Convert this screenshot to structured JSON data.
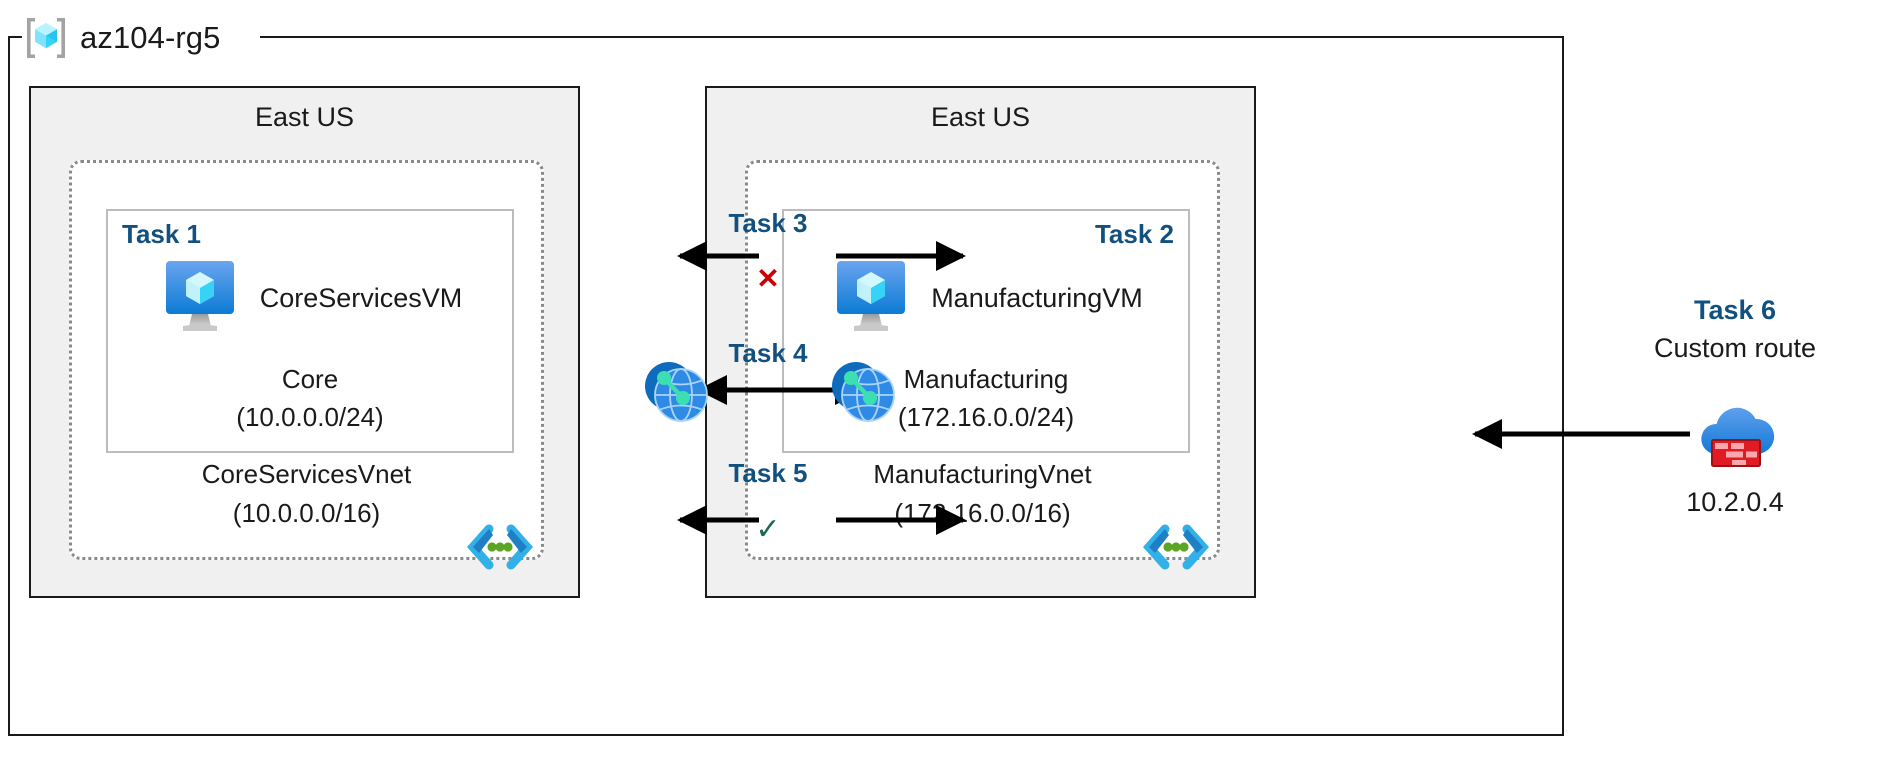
{
  "diagram": {
    "title": "az104-rg5",
    "resource_group_icon": "resource-group-icon"
  },
  "colors": {
    "task_blue": "#12517f",
    "region_fill": "#f0f0f0",
    "frame_black": "#1a1a1a",
    "vnet_dotted": "#8a8a8a",
    "subnet_border": "#bcbcbc",
    "x_red": "#cc0000",
    "check_green": "#1c6b55",
    "azure_blue": "#0078d4",
    "firewall_red": "#e01b24"
  },
  "regions": [
    {
      "id": "left",
      "label": "East US",
      "vnet": {
        "name": "CoreServicesVnet",
        "cidr": "(10.0.0.0/16)",
        "icon": "subnet-icon"
      },
      "subnet": {
        "task": "Task 1",
        "task_align": "left",
        "vm_name": "CoreServicesVM",
        "vm_icon": "virtual-machine-icon",
        "name": "Core",
        "cidr": "(10.0.0.0/24)"
      }
    },
    {
      "id": "right",
      "label": "East US",
      "vnet": {
        "name": "ManufacturingVnet",
        "cidr": "(172.16.0.0/16)",
        "icon": "subnet-icon"
      },
      "subnet": {
        "task": "Task 2",
        "task_align": "right",
        "vm_name": "ManufacturingVM",
        "vm_icon": "virtual-machine-icon",
        "name": "Manufacturing",
        "cidr": "(172.16.0.0/24)"
      }
    }
  ],
  "center_tasks": [
    {
      "label": "Task 3",
      "marker": "✕",
      "marker_kind": "x"
    },
    {
      "label": "Task 4",
      "marker": "",
      "marker_kind": "none"
    },
    {
      "label": "Task 5",
      "marker": "✓",
      "marker_kind": "check"
    }
  ],
  "peering": {
    "left_icon": "vnet-peering-icon",
    "right_icon": "vnet-peering-icon"
  },
  "custom_route": {
    "task": "Task 6",
    "label": "Custom route",
    "ip": "10.2.0.4",
    "icon": "azure-firewall-icon"
  }
}
